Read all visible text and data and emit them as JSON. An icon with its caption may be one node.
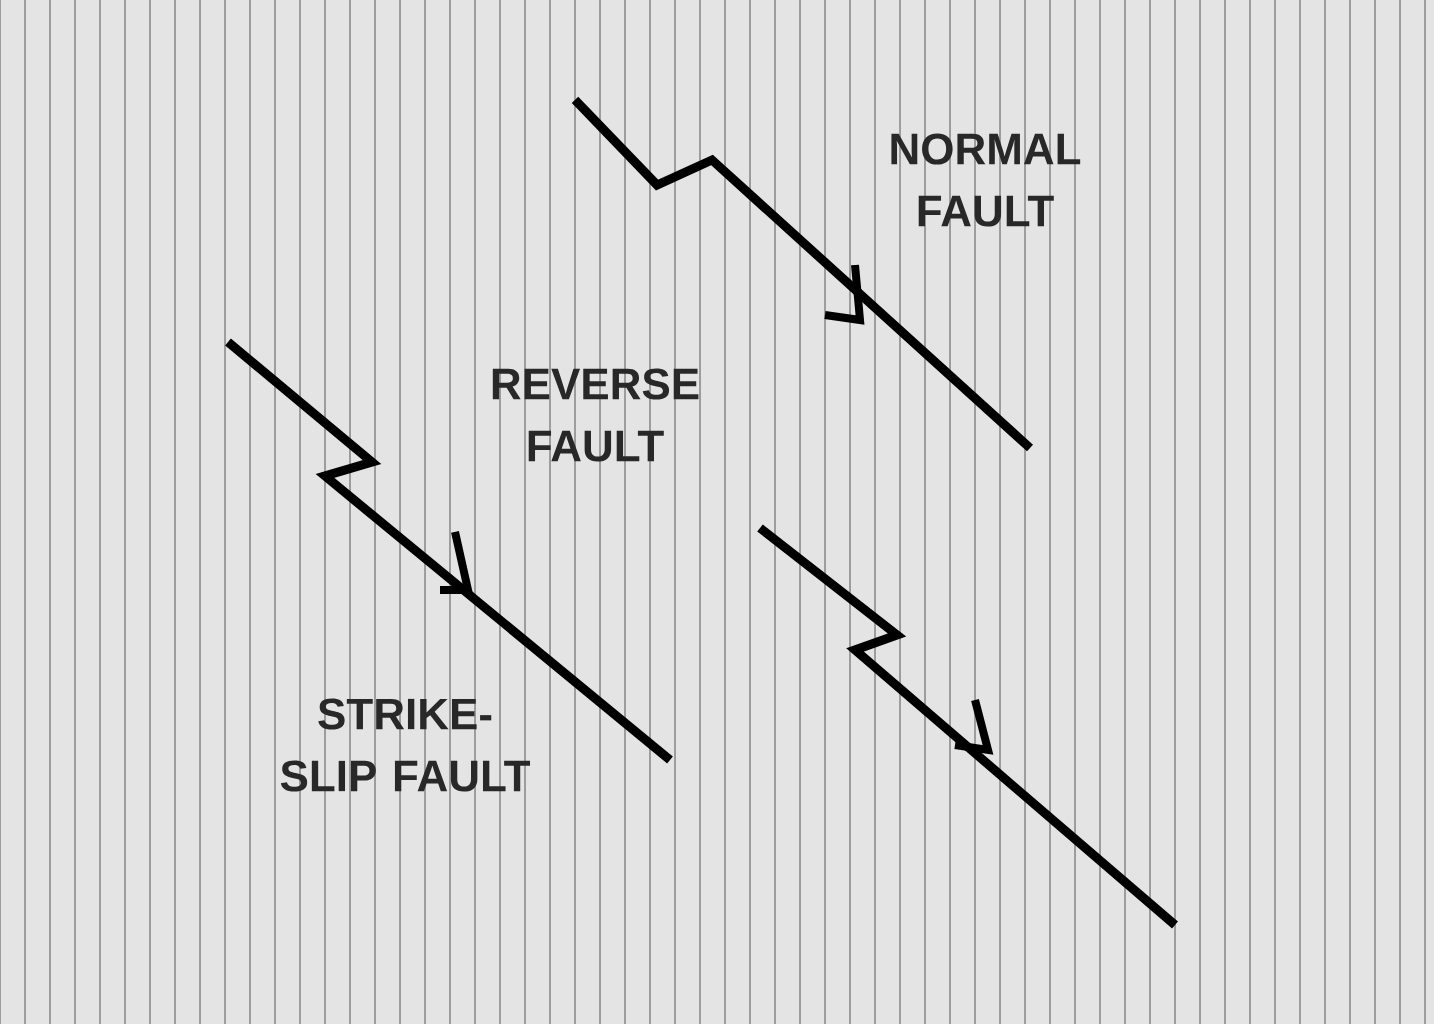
{
  "diagram": {
    "labels": [
      "NORMAL FAULT",
      "REVERSE FAULT",
      "STRIKE-SLIP FAULT"
    ]
  }
}
